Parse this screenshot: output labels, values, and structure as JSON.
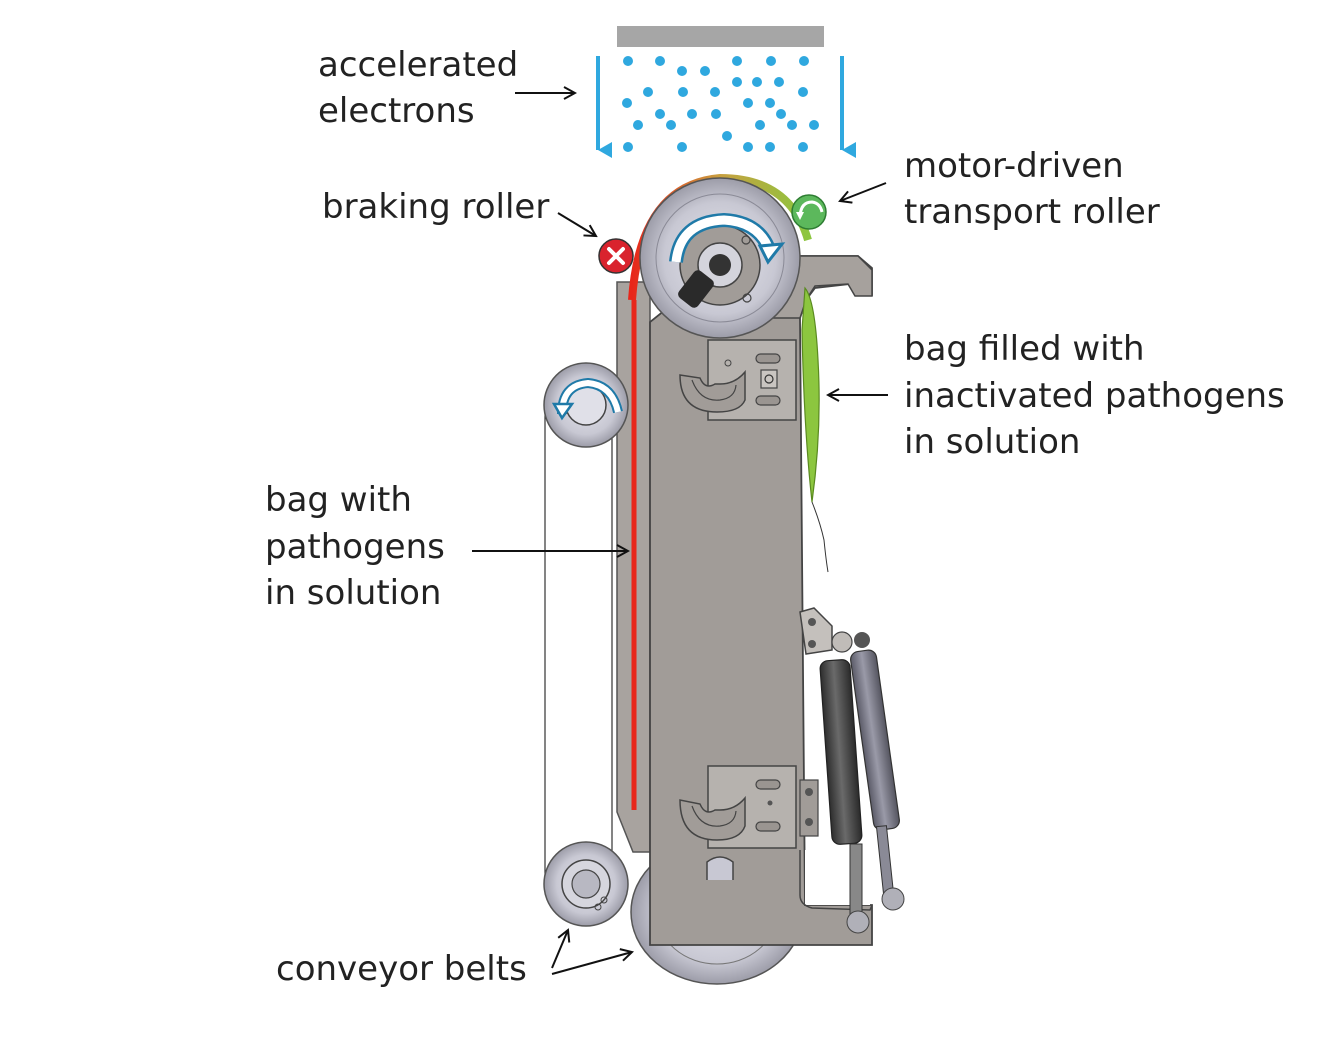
{
  "labels": {
    "accelerated_line1": "accelerated",
    "accelerated_line2": "electrons",
    "braking_roller": "braking roller",
    "motor_line1": "motor-driven",
    "motor_line2": "transport roller",
    "filled_line1": "bag filled with",
    "filled_line2": "inactivated pathogens",
    "filled_line3": "in solution",
    "bag_line1": "bag with",
    "bag_line2": "pathogens",
    "bag_line3": "in solution",
    "conveyor_belts": "conveyor belts"
  },
  "colors": {
    "electron": "#2fa8df",
    "frame": "#a19c98",
    "frame_dark": "#8a8581",
    "roller": "#c9c9d4",
    "bag_red": "#e8261a",
    "bag_green": "#8cc63f",
    "brake_icon": "#d9232d",
    "motor_icon": "#5cb85c",
    "source_plate": "#a6a6a6",
    "rotation_arrow": "#1f7aa8"
  },
  "icons": {
    "braking": "x-icon",
    "motor": "rotate-icon",
    "rotation": "curved-arrow-icon"
  }
}
